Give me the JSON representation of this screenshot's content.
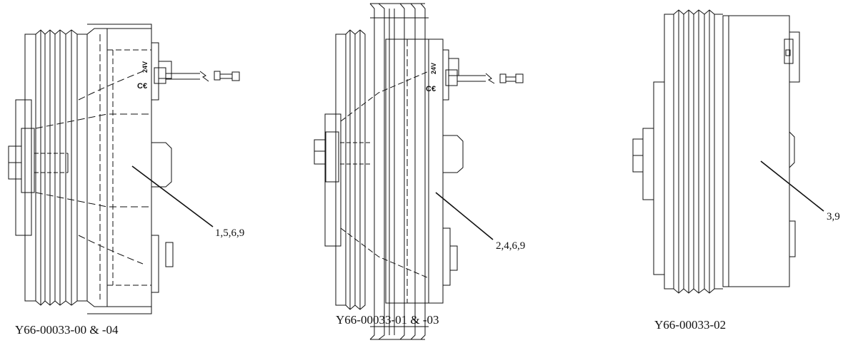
{
  "figures": [
    {
      "caption": "Y66-00033-00 & -04",
      "callout": "1,5,6,9",
      "marking_ce": "C€",
      "marking_voltage": "24V"
    },
    {
      "caption": "Y66-00033-01 & -03",
      "callout": "2,4,6,9",
      "marking_ce": "C€",
      "marking_voltage": "24V"
    },
    {
      "caption": "Y66-00033-02",
      "callout": "3,9"
    }
  ],
  "footer_note": ""
}
